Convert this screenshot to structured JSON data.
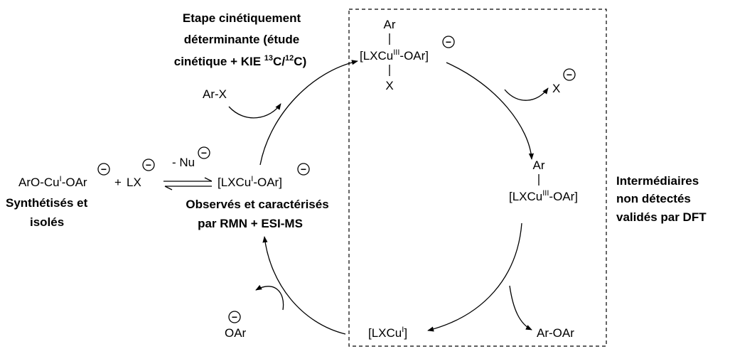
{
  "annotations": {
    "rate_determining": [
      "Etape cinétiquement",
      "déterminante (étude",
      "cinétique + KIE ",
      "13",
      "C/",
      "12",
      "C)"
    ],
    "synthesized": [
      "Synthétisés et",
      "isolés"
    ],
    "observed": [
      "Observés et caractérisés",
      "par RMN + ESI-MS"
    ],
    "intermediates": [
      "Intermédiaires",
      "non détectés",
      "validés par DFT"
    ]
  },
  "species": {
    "start": [
      "ArO-Cu",
      "I",
      "-OAr"
    ],
    "plus": "+",
    "lx": "LX",
    "minus_nu": "- Nu",
    "complex_cu1": [
      "[LXCu",
      "I",
      "-OAr]"
    ],
    "aryl_x": "Ar-X",
    "cu3_ar": "Ar",
    "cu3_core": [
      "[LXCu",
      "III",
      "-OAr]"
    ],
    "cu3_x": "X",
    "x_leaving": "X",
    "cu3b_ar": "Ar",
    "cu3b_core": [
      "[LXCu",
      "III",
      "-OAr]"
    ],
    "lxcu": [
      "[LXCu",
      "I",
      "]"
    ],
    "product": "Ar-OAr",
    "phenoxide": "OAr"
  },
  "minus_sign": "−"
}
